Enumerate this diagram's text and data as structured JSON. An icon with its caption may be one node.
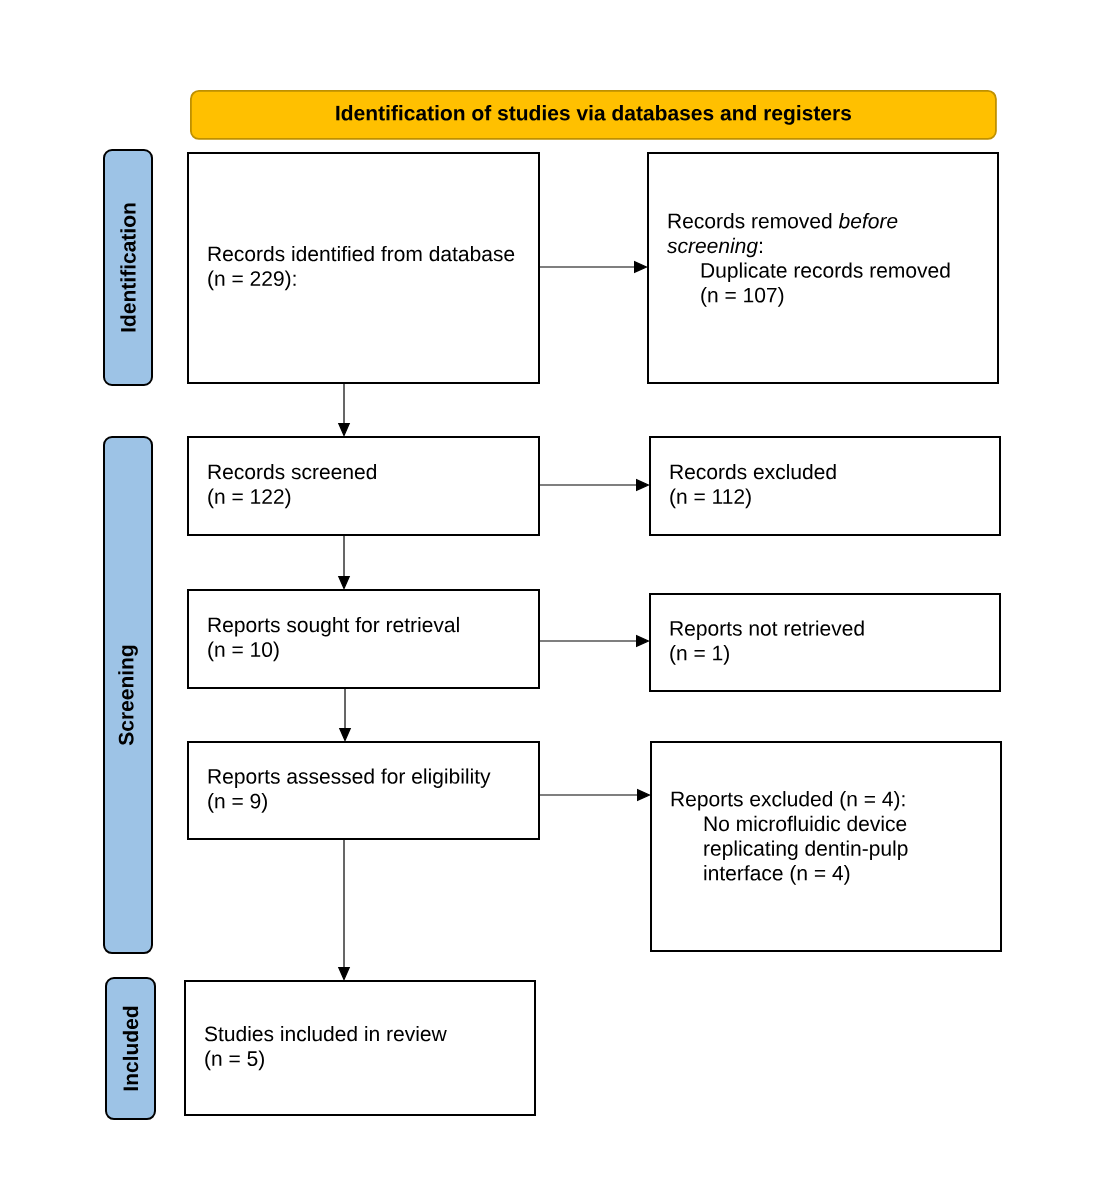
{
  "diagram": {
    "nodes": [
      {
        "text": [
          "Identification of studies via databases and registers"
        ]
      },
      {
        "text": [
          "Identification"
        ]
      },
      {
        "text": [
          "Records identified from database (n = 229):"
        ]
      },
      {
        "text": [
          "Records removed *before screening*:",
          "Duplicate records removed (n = 107)"
        ]
      },
      {
        "text": [
          "Screening"
        ]
      },
      {
        "text": [
          "Records screened (n = 122)"
        ]
      },
      {
        "text": [
          "Records excluded (n = 112)"
        ]
      },
      {
        "text": [
          "Reports sought for retrieval (n = 10)"
        ]
      },
      {
        "text": [
          "Reports not retrieved (n = 1)"
        ]
      },
      {
        "text": [
          "Reports assessed for eligibility (n = 9)"
        ]
      },
      {
        "text": [
          "Reports excluded (n = 4):",
          "No microfluidic device replicating dentin-pulp interface (n = 4)"
        ]
      },
      {
        "text": [
          "Included"
        ]
      },
      {
        "text": [
          "Studies included in review (n = 5)"
        ]
      }
    ],
    "edges": [
      {
        "from": 2,
        "to": 3,
        "arrow": "to"
      },
      {
        "from": 2,
        "to": 5,
        "arrow": "to"
      },
      {
        "from": 5,
        "to": 6,
        "arrow": "to"
      },
      {
        "from": 5,
        "to": 7,
        "arrow": "to"
      },
      {
        "from": 7,
        "to": 8,
        "arrow": "to"
      },
      {
        "from": 7,
        "to": 9,
        "arrow": "to"
      },
      {
        "from": 9,
        "to": 10,
        "arrow": "to"
      },
      {
        "from": 9,
        "to": 12,
        "arrow": "to"
      }
    ]
  }
}
